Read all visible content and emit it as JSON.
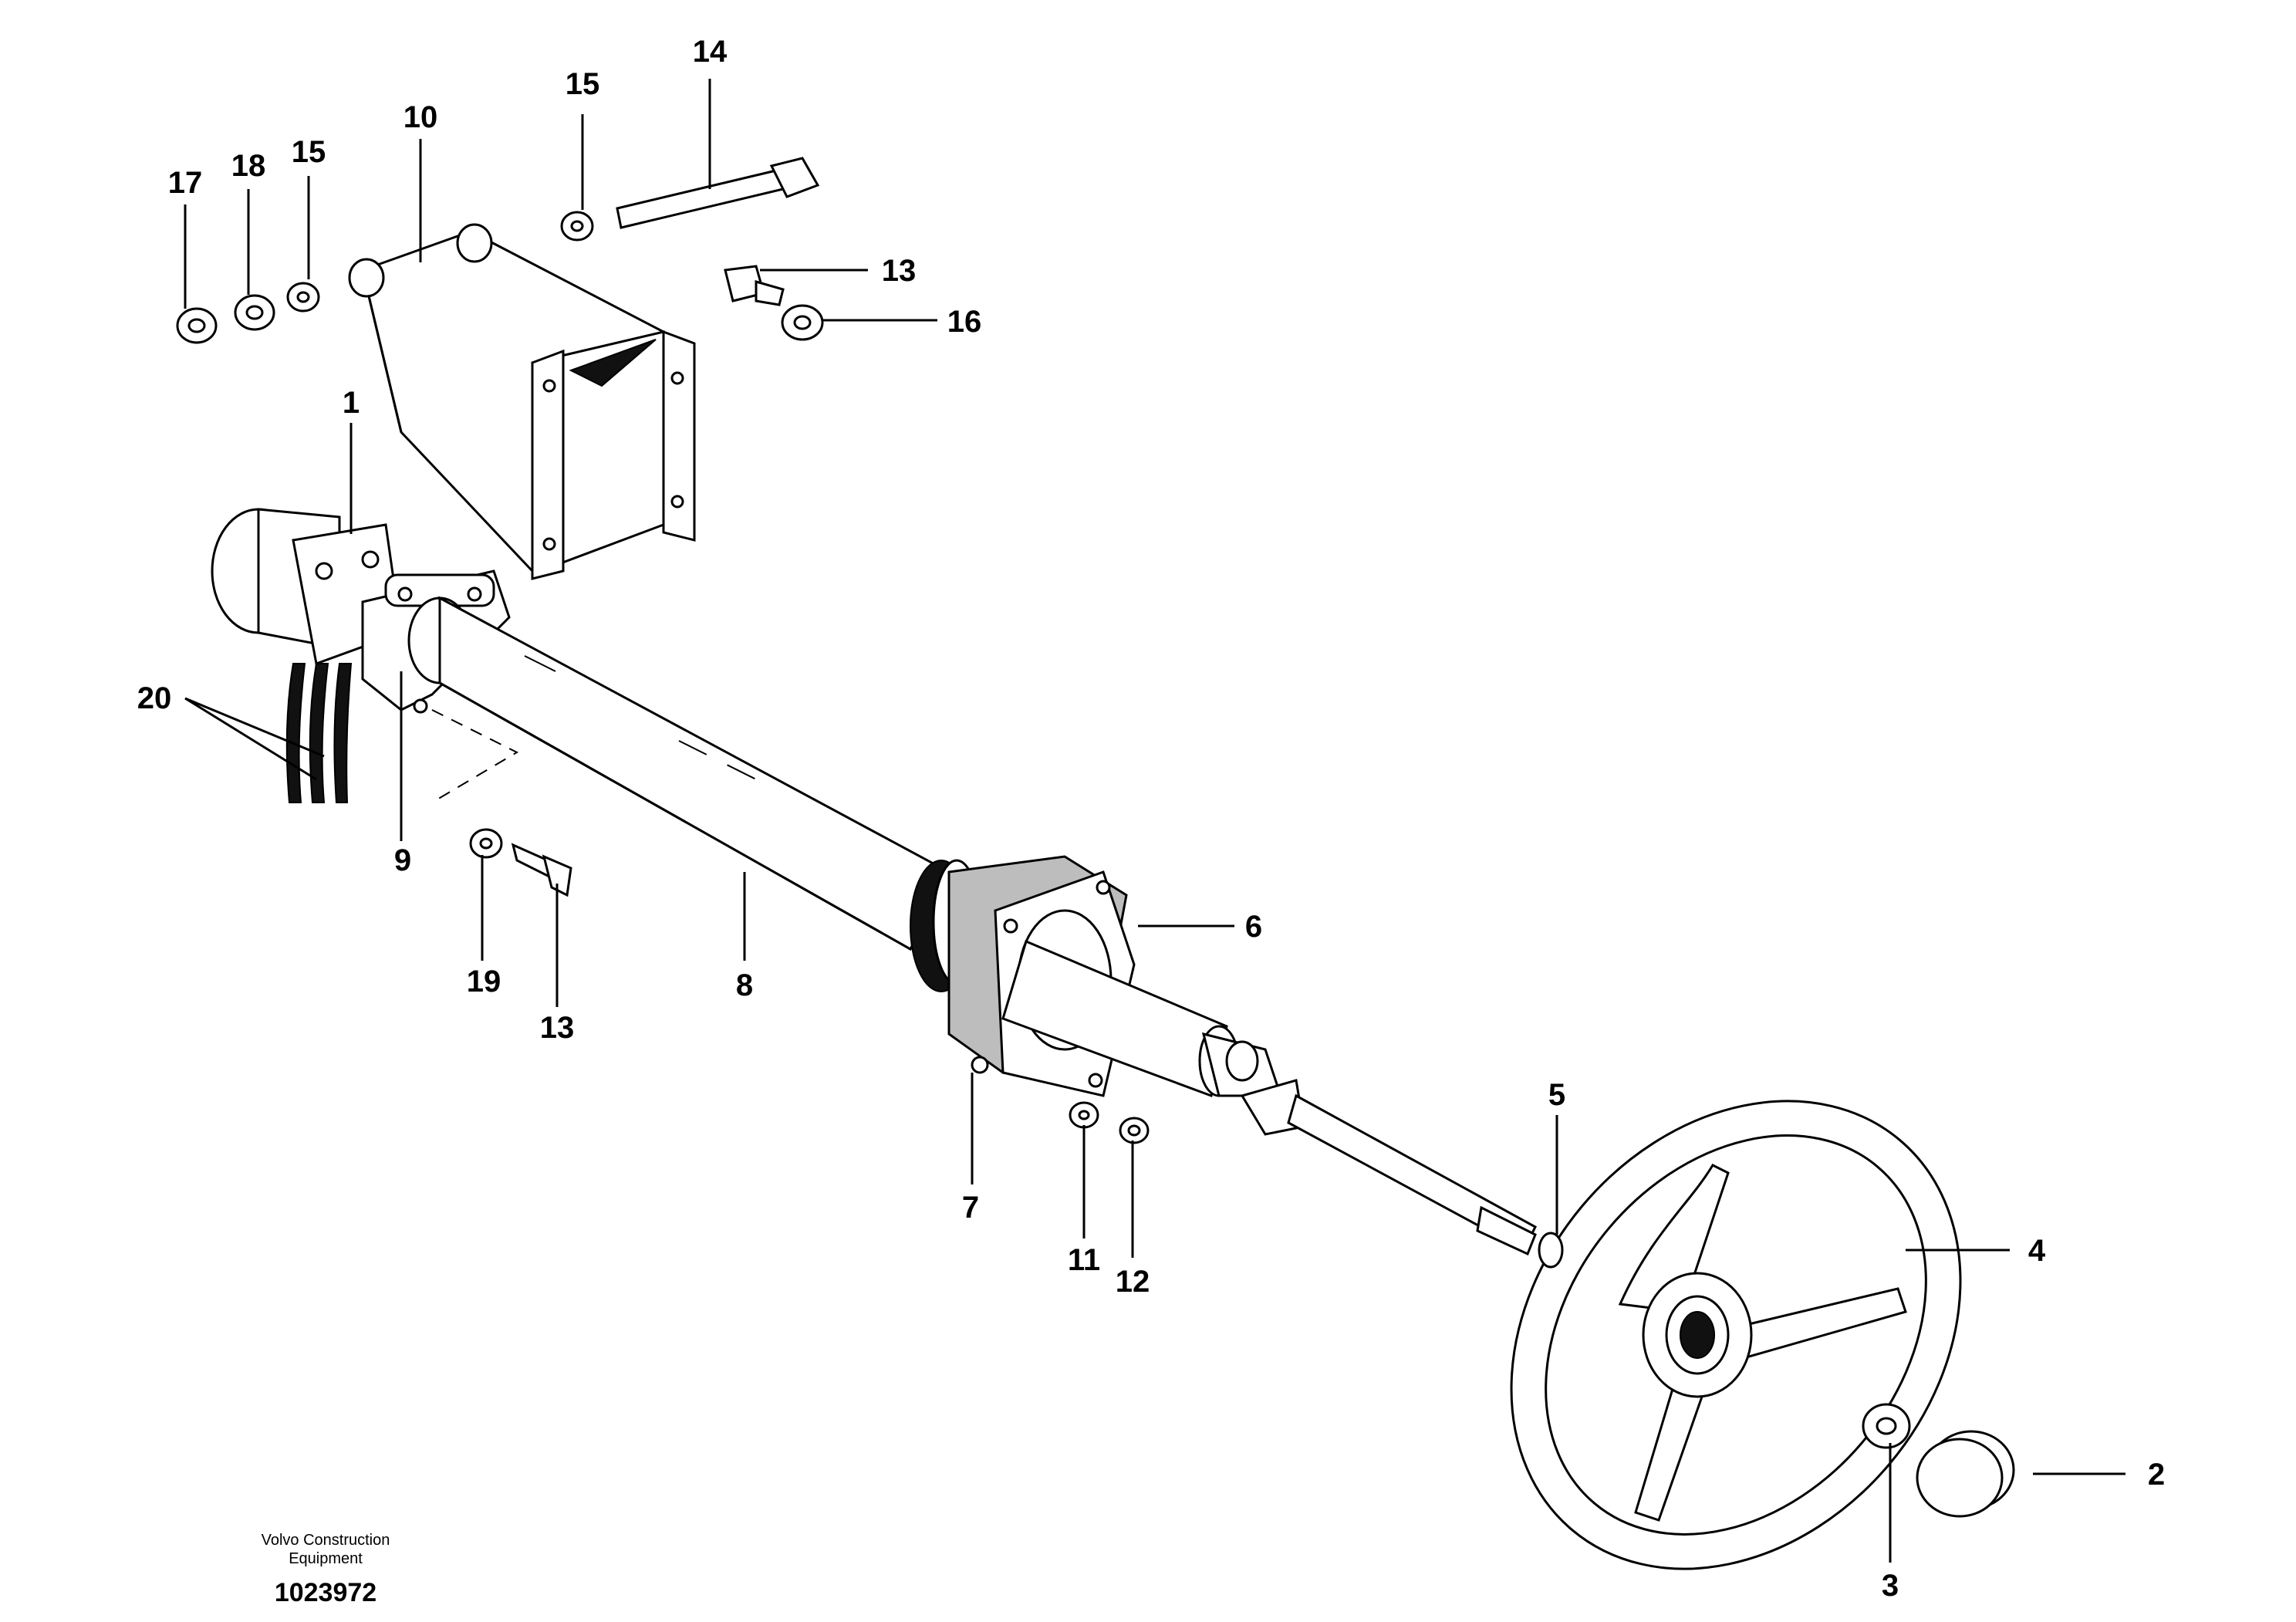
{
  "labels": {
    "p1": "1",
    "p2": "2",
    "p3": "3",
    "p4": "4",
    "p5": "5",
    "p6": "6",
    "p7": "7",
    "p8": "8",
    "p9": "9",
    "p10": "10",
    "p11": "11",
    "p12": "12",
    "p13a": "13",
    "p13b": "13",
    "p14": "14",
    "p15a": "15",
    "p15b": "15",
    "p16": "16",
    "p17": "17",
    "p18": "18",
    "p19": "19",
    "p20": "20"
  },
  "footer": {
    "company_line1": "Volvo Construction",
    "company_line2": "Equipment",
    "drawing_number": "1023972"
  }
}
